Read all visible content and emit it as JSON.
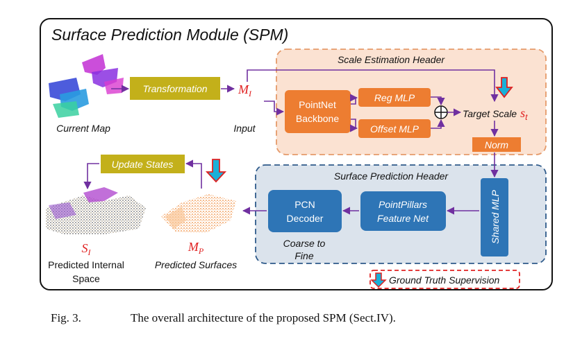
{
  "title": "Surface Prediction Module (SPM)",
  "scale_header": {
    "label": "Scale Estimation Header"
  },
  "surface_header": {
    "label": "Surface Prediction Header"
  },
  "nodes": {
    "transformation": "Transformation",
    "pointnet": [
      "PointNet",
      "Backbone"
    ],
    "reg_mlp": "Reg MLP",
    "offset_mlp": "Offset MLP",
    "target_scale": "Target Scale",
    "target_scale_symbol": "s",
    "target_scale_sub": "t",
    "norm": "Norm",
    "shared_mlp": "Shared MLP",
    "pointpillars": [
      "PointPillars",
      "Feature Net"
    ],
    "pcn": [
      "PCN",
      "Decoder"
    ],
    "update_states": "Update States"
  },
  "labels": {
    "current_map": "Current Map",
    "input": "Input",
    "mi_symbol": "M",
    "mi_sub": "I",
    "coarse_to_fine": [
      "Coarse to",
      "Fine"
    ],
    "si_symbol": "S",
    "si_sub": "I",
    "predicted_internal": [
      "Predicted Internal",
      "Space"
    ],
    "mp_symbol": "M",
    "mp_sub": "P",
    "predicted_surfaces": "Predicted Surfaces"
  },
  "legend": {
    "ground_truth": "Ground Truth Supervision"
  },
  "caption": {
    "fig": "Fig. 3.",
    "text": "The overall architecture of the proposed SPM (Sect.IV)."
  },
  "colors": {
    "olive": "#c3b01a",
    "orange": "#ed7d31",
    "blue": "#2e75b6",
    "arrow": "#7030a0",
    "red_text": "#e02020",
    "scale_bg": "#fbe2d2",
    "surface_bg": "#dbe3ec"
  }
}
